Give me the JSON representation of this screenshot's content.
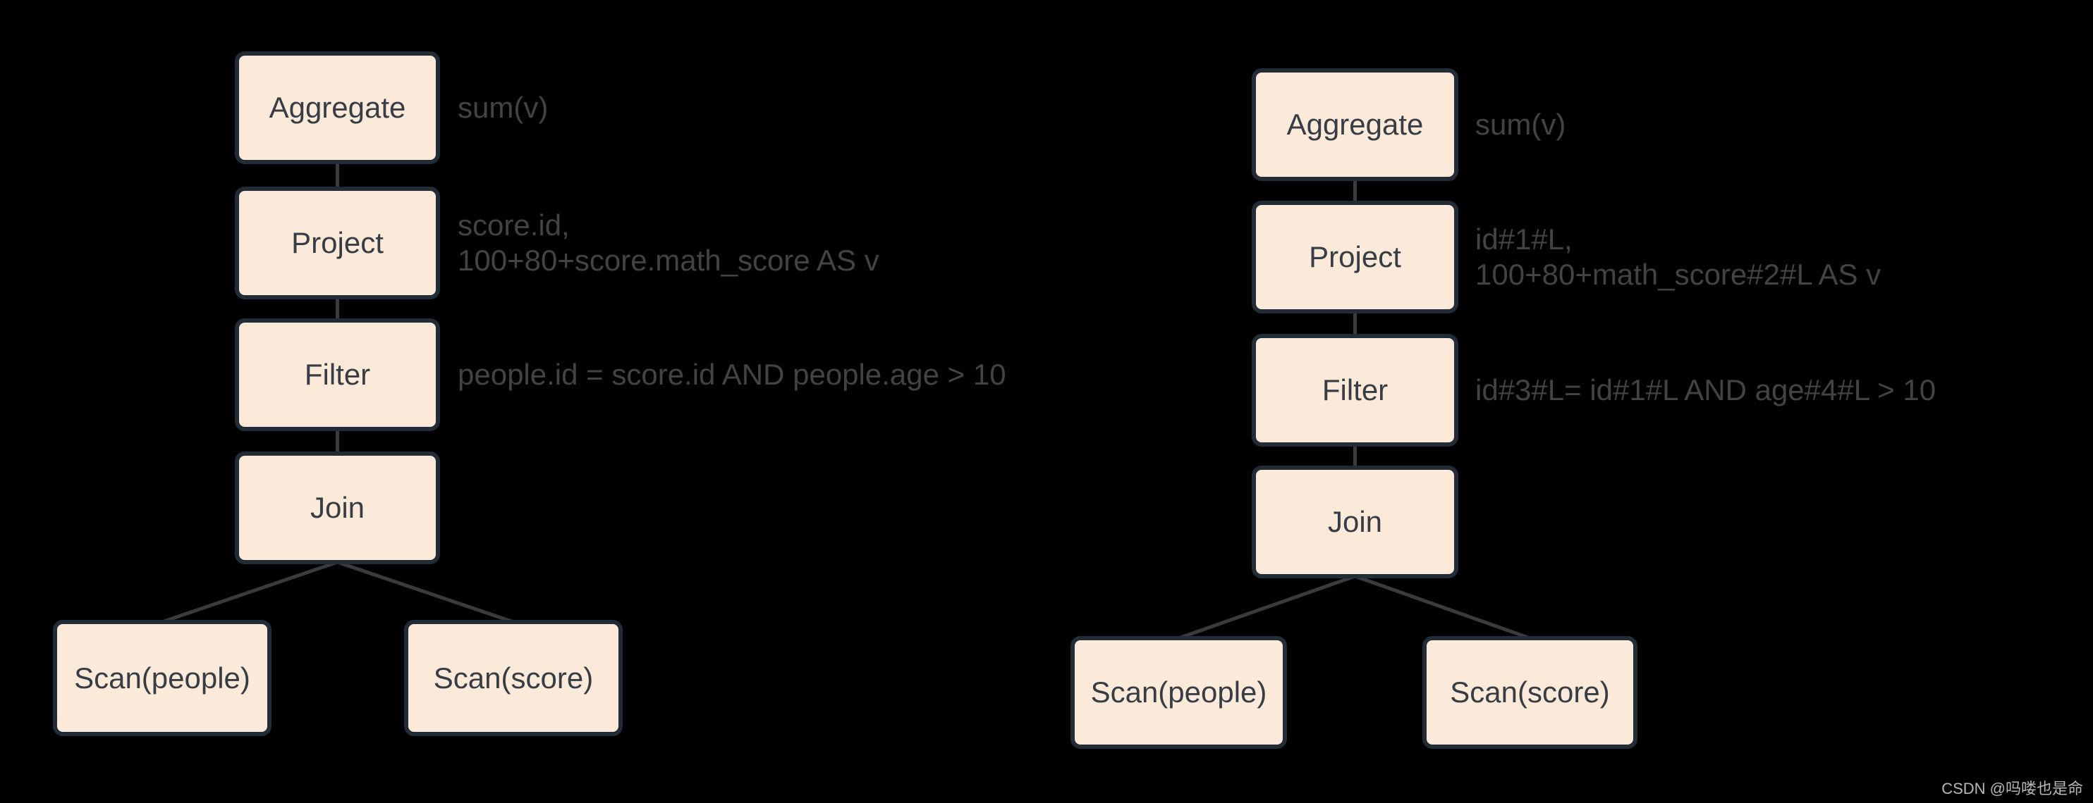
{
  "colors": {
    "bg": "#000000",
    "box_fill": "#fbe9d9",
    "box_border": "#222c36",
    "box_text": "#363d45",
    "annotation_text": "#434343",
    "connector": "#3b3b3b",
    "watermark_text": "#b7b7b7"
  },
  "left_tree": {
    "aggregate_label": "Aggregate",
    "aggregate_annotation": "sum(v)",
    "project_label": "Project",
    "project_annotation_line1": "score.id,",
    "project_annotation_line2": "100+80+score.math_score AS v",
    "filter_label": "Filter",
    "filter_annotation": "people.id = score.id AND people.age > 10",
    "join_label": "Join",
    "scan_people_label": "Scan(people)",
    "scan_score_label": "Scan(score)"
  },
  "right_tree": {
    "aggregate_label": "Aggregate",
    "aggregate_annotation": "sum(v)",
    "project_label": "Project",
    "project_annotation_line1": "id#1#L,",
    "project_annotation_line2": "100+80+math_score#2#L AS v",
    "filter_label": "Filter",
    "filter_annotation": "id#3#L= id#1#L AND age#4#L > 10",
    "join_label": "Join",
    "scan_people_label": "Scan(people)",
    "scan_score_label": "Scan(score)"
  },
  "watermark": {
    "text": "CSDN @吗喽也是命"
  }
}
